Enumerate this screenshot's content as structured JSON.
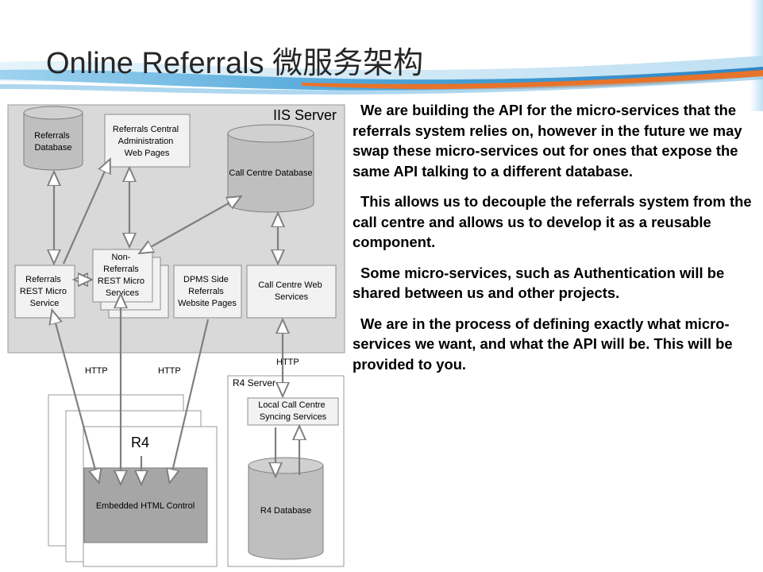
{
  "slide": {
    "title": "Online Referrals 微服务架构",
    "paragraphs": [
      "We are building the API for the micro-services that the referrals system relies on, however in the future we may swap these micro-services out for ones that expose the same API talking to a different database.",
      "This allows us to decouple the referrals system from the call centre and allows us to develop it as a reusable component.",
      "Some micro-services, such as Authentication will be shared between us and other projects.",
      "We are in the process of defining exactly what micro-services we want, and what the API will be. This will be provided to you."
    ]
  },
  "diagram": {
    "iis_server_label": "IIS Server",
    "r4_server_label": "R4 Server",
    "r4_label": "R4",
    "referrals_database": [
      "Referrals",
      "Database"
    ],
    "referrals_central_admin": [
      "Referrals Central",
      "Administration",
      "Web Pages"
    ],
    "call_centre_database": "Call Centre Database",
    "referrals_rest": [
      "Referrals",
      "REST Micro",
      "Service"
    ],
    "non_referrals_rest": [
      "Non-",
      "Referrals",
      "REST Micro",
      "Services"
    ],
    "dpms_side": [
      "DPMS Side",
      "Referrals",
      "Website Pages"
    ],
    "call_centre_web": [
      "Call Centre Web",
      "Services"
    ],
    "local_call_centre": [
      "Local Call Centre",
      "Syncing Services"
    ],
    "r4_database": "R4 Database",
    "embedded_html": "Embedded HTML Control",
    "http_label": "HTTP",
    "colors": {
      "panel": "#d9d9d9",
      "box": "#f2f2f2",
      "db": "#bfbfbf",
      "embedded": "#a6a6a6",
      "wave_blue": "#4aa3d8",
      "wave_orange": "#e8732a"
    }
  }
}
